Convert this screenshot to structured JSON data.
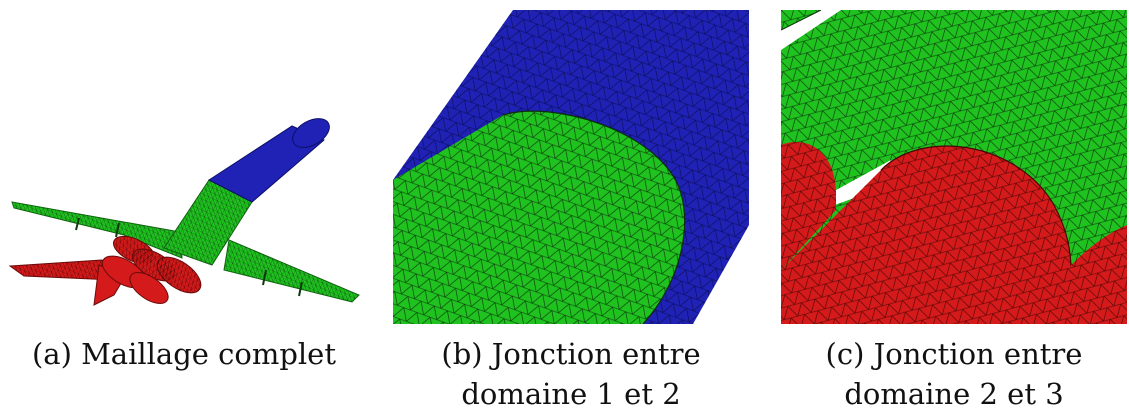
{
  "figure": {
    "panels": [
      {
        "id": "a",
        "caption_line1": "(a) Maillage complet",
        "caption_line2": "",
        "subject": "aircraft-mesh",
        "domain_colors": {
          "domain1": "#1f22b5",
          "domain2": "#1fc21f",
          "domain3": "#d41a1a"
        }
      },
      {
        "id": "b",
        "caption_line1": "(b) Jonction entre",
        "caption_line2": "domaine 1 et 2",
        "subject": "fuselage-junction-mesh",
        "domain_colors": {
          "domain1": "#1f22b5",
          "domain2": "#1fc21f"
        }
      },
      {
        "id": "c",
        "caption_line1": "(c) Jonction entre",
        "caption_line2": "domaine 2 et 3",
        "subject": "nacelle-junction-mesh",
        "domain_colors": {
          "domain2": "#1fc21f",
          "domain3": "#d41a1a"
        }
      }
    ]
  }
}
